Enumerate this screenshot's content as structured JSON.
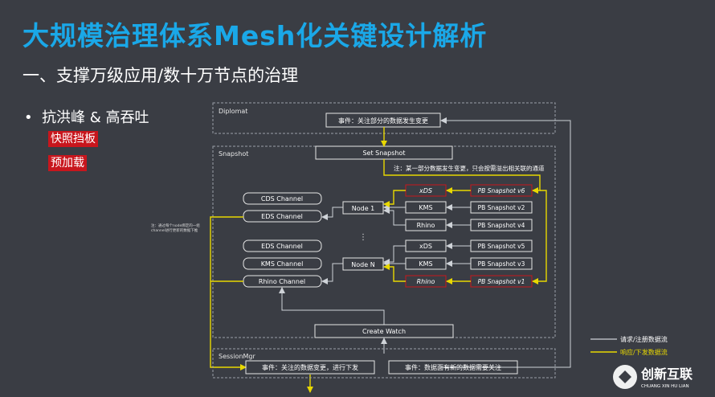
{
  "slide": {
    "title": "大规模治理体系Mesh化关键设计解析",
    "subtitle": "一、支撑万级应用/数十万节点的治理",
    "bullet": "抗洪峰 & 高吞吐",
    "tags": [
      "快照挡板",
      "预加载"
    ]
  },
  "diagram": {
    "diplomat_label": "Diplomat",
    "diplomat_event": "事件：关注部分的数据发生变更",
    "set_snapshot": "Set Snapshot",
    "snapshot_label": "Snapshot",
    "note_top": "注：某一部分数据发生变更，只会按需溢出相关联的通道",
    "note_left_1": "注：通过每个node绑定的一组",
    "note_left_2": "channel进行更新的数据下推",
    "channels_group1": [
      "CDS Channel",
      "EDS Channel"
    ],
    "channels_group2": [
      "EDS Channel",
      "KMS Channel",
      "Rhino Channel"
    ],
    "node1": "Node 1",
    "nodeN": "Node N",
    "dots": "⋮",
    "res_group1": [
      "xDS",
      "KMS",
      "Rhino"
    ],
    "res_group2": [
      "xDS",
      "KMS",
      "Rhino"
    ],
    "pb_group1": [
      "PB Snapshot v6",
      "PB Snapshot v2",
      "PB Snapshot v4"
    ],
    "pb_group2": [
      "PB Snapshot v5",
      "PB Snapshot v3",
      "PB Snapshot v1"
    ],
    "create_watch": "Create Watch",
    "sessionmgr_label": "SessionMgr",
    "session_event_1": "事件：关注的数据变更，进行下发",
    "session_event_2": "事件：数据面有新的数据需要关注",
    "legend_1": "请求/注册数据流",
    "legend_2": "响应/下发数据流",
    "brand_name": "创新互联",
    "brand_sub": "CHUANG XIN HU LIAN"
  },
  "colors": {
    "title": "#1aa8e8",
    "tag_bg": "#c8161d",
    "yellow": "#e8d800",
    "red_box": "#c8161d",
    "line": "#cfd3d8"
  }
}
